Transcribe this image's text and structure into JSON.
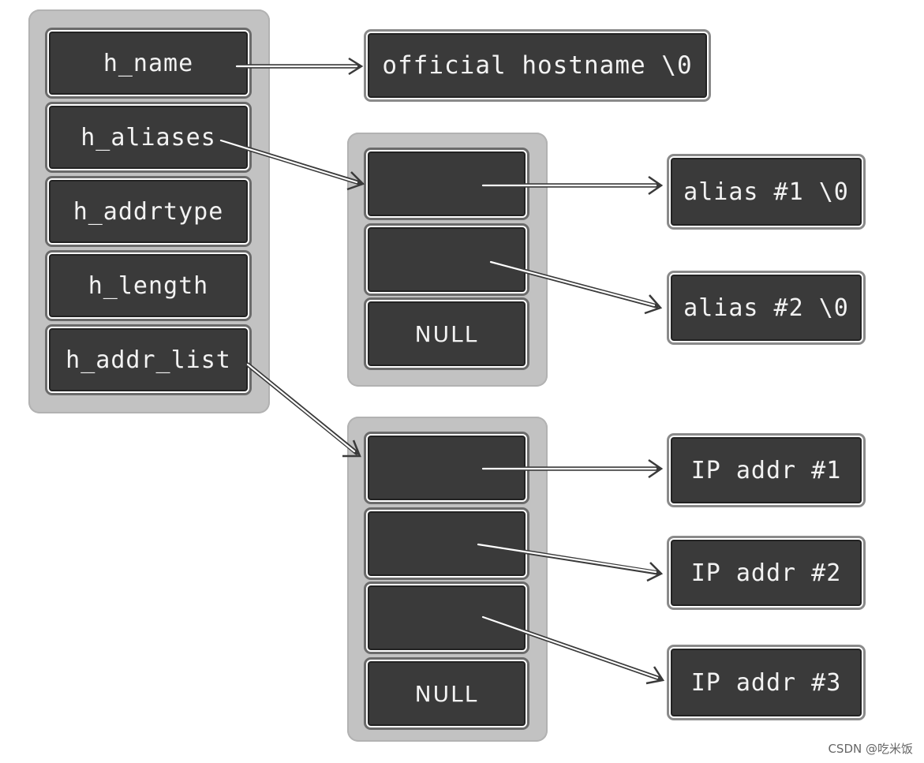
{
  "struct_fields": {
    "h_name": "h_name",
    "h_aliases": "h_aliases",
    "h_addrtype": "h_addrtype",
    "h_length": "h_length",
    "h_addr_list": "h_addr_list"
  },
  "hostname_target": "official hostname \\0",
  "aliases_array": {
    "null_label": "NULL"
  },
  "alias_targets": [
    "alias #1 \\0",
    "alias #2 \\0"
  ],
  "addr_array": {
    "null_label": "NULL"
  },
  "addr_targets": [
    "IP addr #1",
    "IP addr #2",
    "IP addr #3"
  ],
  "watermark": "CSDN @吃米饭"
}
